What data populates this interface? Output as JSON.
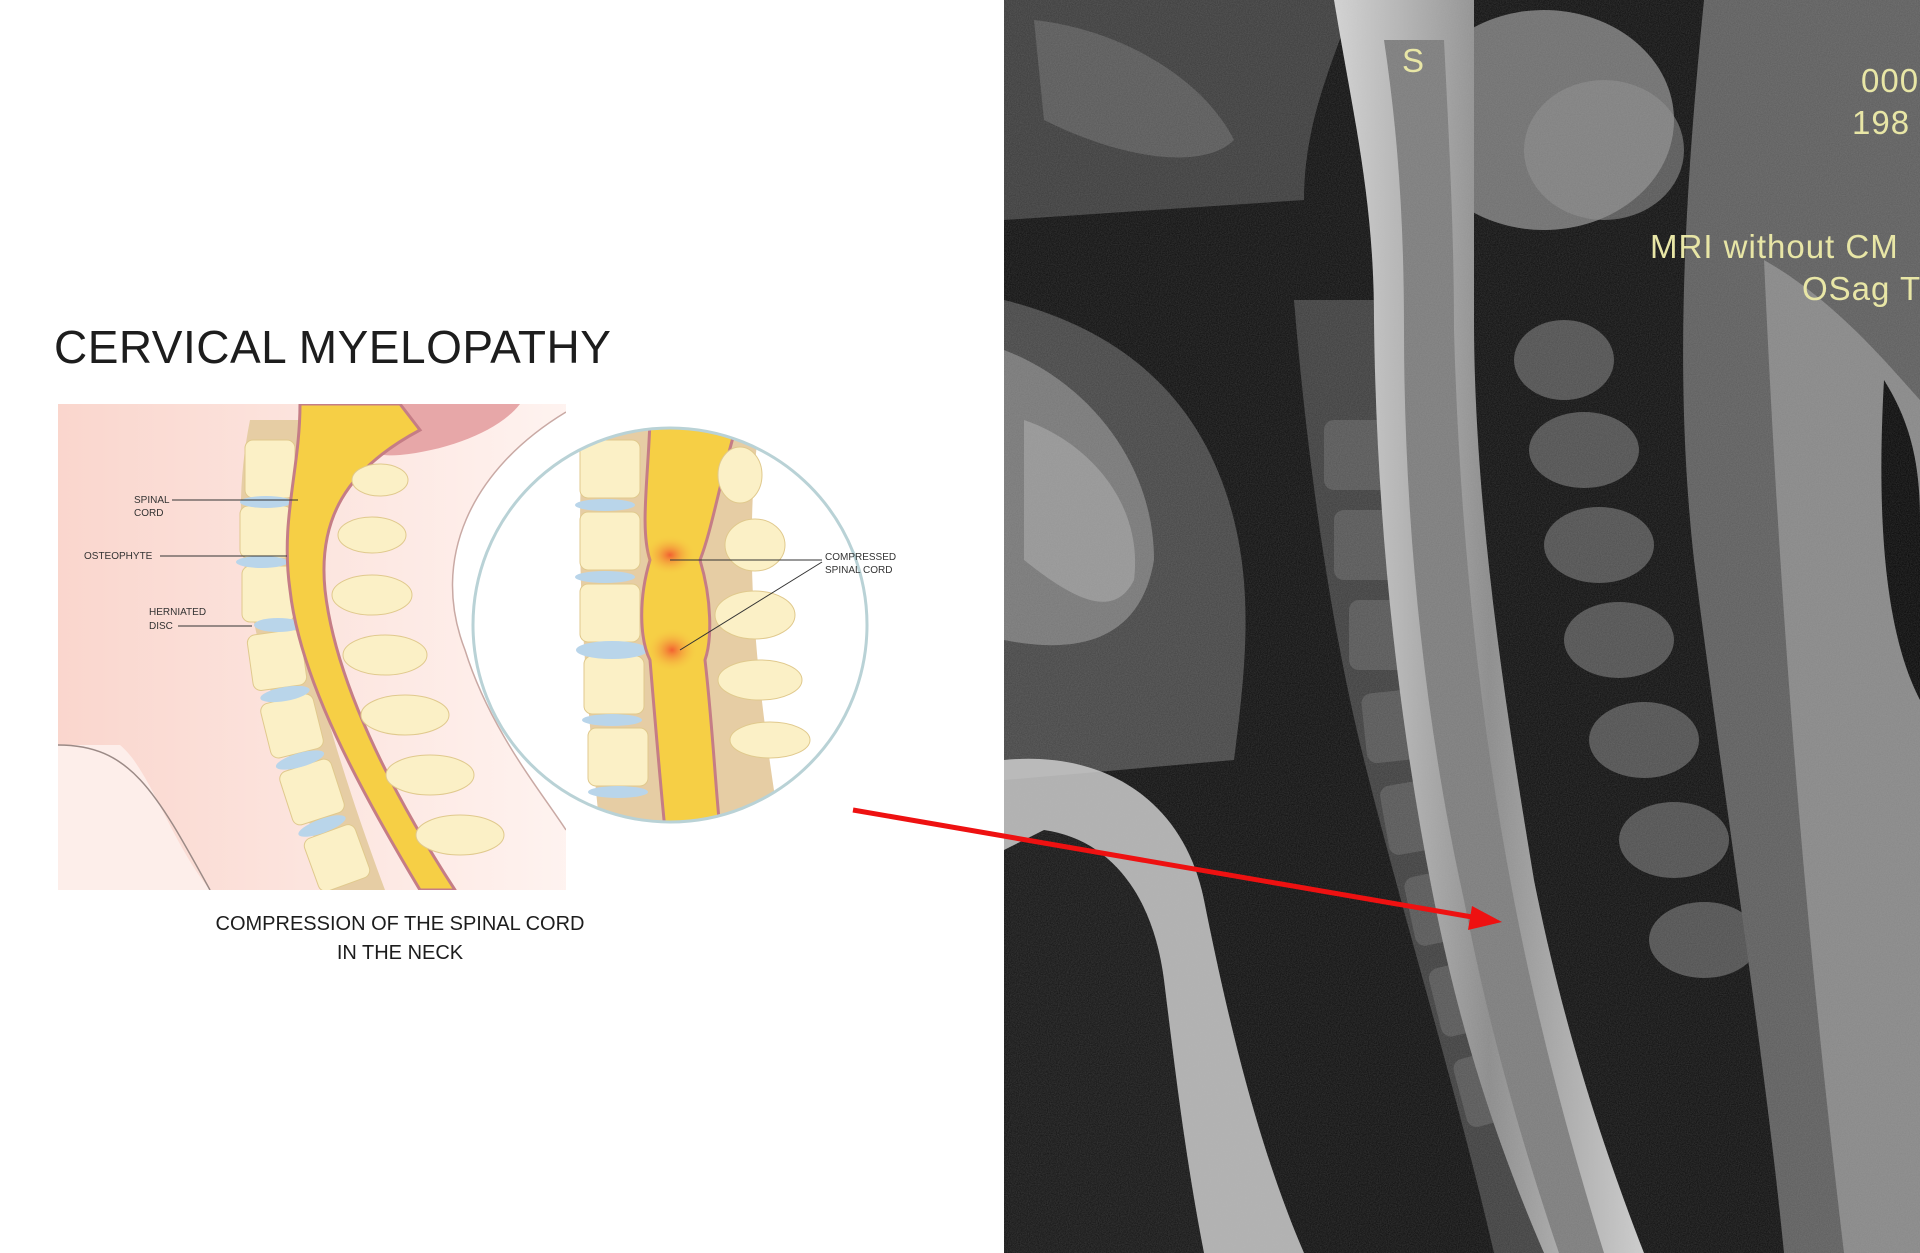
{
  "diagram": {
    "title": "CERVICAL MYELOPATHY",
    "caption": [
      "COMPRESSION OF THE SPINAL CORD",
      "IN THE NECK"
    ],
    "labels": {
      "spinal_cord": [
        "SPINAL",
        "CORD"
      ],
      "osteophyte": "OSTEOPHYTE",
      "herniated_disc": [
        "HERNIATED",
        "DISC"
      ],
      "compressed_spinal_cord": [
        "COMPRESSED",
        "SPINAL CORD"
      ]
    },
    "colors": {
      "neck_skin": "#f9d7cf",
      "vertebra": "#fbf0c6",
      "disc": "#b9d5ea",
      "spinal_cord": "#f6cf45",
      "bone_posterior": "#e6cda4",
      "compression": "#f2552e"
    }
  },
  "mri": {
    "overlay": {
      "orientation": "S",
      "id_partial": "000",
      "year_partial": "198",
      "sequence_line1": "MRI without CM",
      "sequence_line2": "OSag T"
    }
  },
  "arrow": {
    "color": "#ee1111",
    "icon": "arrow-right-icon"
  }
}
